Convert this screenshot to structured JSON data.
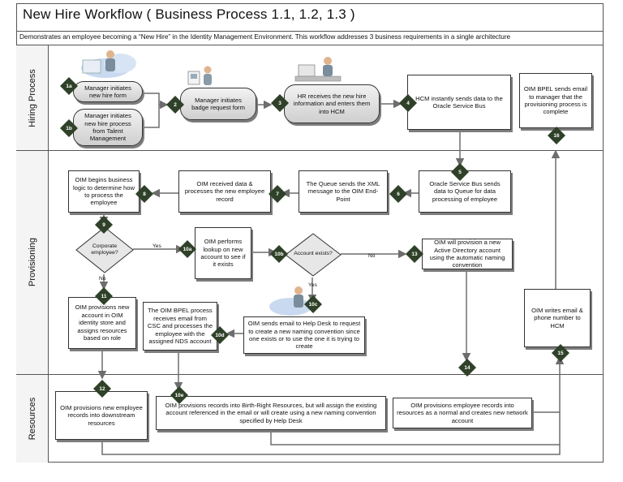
{
  "title": "New Hire Workflow  ( Business Process 1.1, 1.2, 1.3 )",
  "subtitle": "Demonstrates an employee becoming a “New Hire” in the Identity Management Environment. This workflow addresses 3 business requirements in a single architecture",
  "lanes": {
    "hiring": "Hiring Process",
    "provisioning": "Provisioning",
    "resources": "Resources"
  },
  "steps": {
    "s1a": {
      "id": "1a",
      "text": "Manager initiates new hire form"
    },
    "s1b": {
      "id": "1b",
      "text": "Manager initiates new hire process from Talent Management"
    },
    "s2": {
      "id": "2",
      "text": "Manager initiates badge request form"
    },
    "s3": {
      "id": "3",
      "text": "HR receives the new hire information and enters them into HCM"
    },
    "s4": {
      "id": "4",
      "text": "HCM instantly sends data to the Oracle Service Bus"
    },
    "s16": {
      "id": "16",
      "text": "OIM BPEL sends email to manager that the provisioning process is complete"
    },
    "s5": {
      "id": "5",
      "text": "Oracle Service Bus sends data to Queue for data processing of employee"
    },
    "s6": {
      "id": "6",
      "text": "The Queue sends the XML message to the OIM End-Point"
    },
    "s7": {
      "id": "7",
      "text": "OIM received data & processes the new employee record"
    },
    "s8": {
      "id": "8",
      "text": "OIM begins business logic to determine how to process the employee"
    },
    "s9": {
      "id": "9",
      "text": "Corporate employee?"
    },
    "s10a": {
      "id": "10a",
      "text": "OIM performs lookup on new account to see if it exists"
    },
    "s10b": {
      "id": "10b",
      "text": "Account exists?"
    },
    "s10c": {
      "id": "10c",
      "text": "OIM sends email to Help Desk to request to create a new naming convention since one exists or to use the one it is trying to create"
    },
    "s10d": {
      "id": "10d",
      "text": "The OIM BPEL process receives email from CSC and processes the employee with the assigned NDS account"
    },
    "s10e": {
      "id": "10e",
      "text": "OIM provisions records into Birth-Right Resources, but will assign the existing account referenced in the email or will create using a new naming convention specified by Help Desk"
    },
    "s11": {
      "id": "11",
      "text": "OIM provisions new account in OIM identity store and assigns resources based on role"
    },
    "s12": {
      "id": "12",
      "text": "OIM provisions new employee records into downstream resources"
    },
    "s13": {
      "id": "13",
      "text": "OIM will provision a new Active Directory account using the automatic naming convention"
    },
    "s14": {
      "id": "14",
      "text": "OIM provisions employee records into  resources as a normal and creates new network account"
    },
    "s15": {
      "id": "15",
      "text": "OIM writes email & phone number to HCM"
    }
  },
  "labels": {
    "yes": "Yes",
    "no": "No"
  },
  "icons": [
    "person-with-computer-icon",
    "badge-person-icon",
    "person-at-desk-icon",
    "person-icon"
  ],
  "colors": {
    "badge": "#2f4128",
    "line": "#6d6d6d",
    "border": "#333333",
    "lane_label_bg": "#f4f4f4"
  }
}
